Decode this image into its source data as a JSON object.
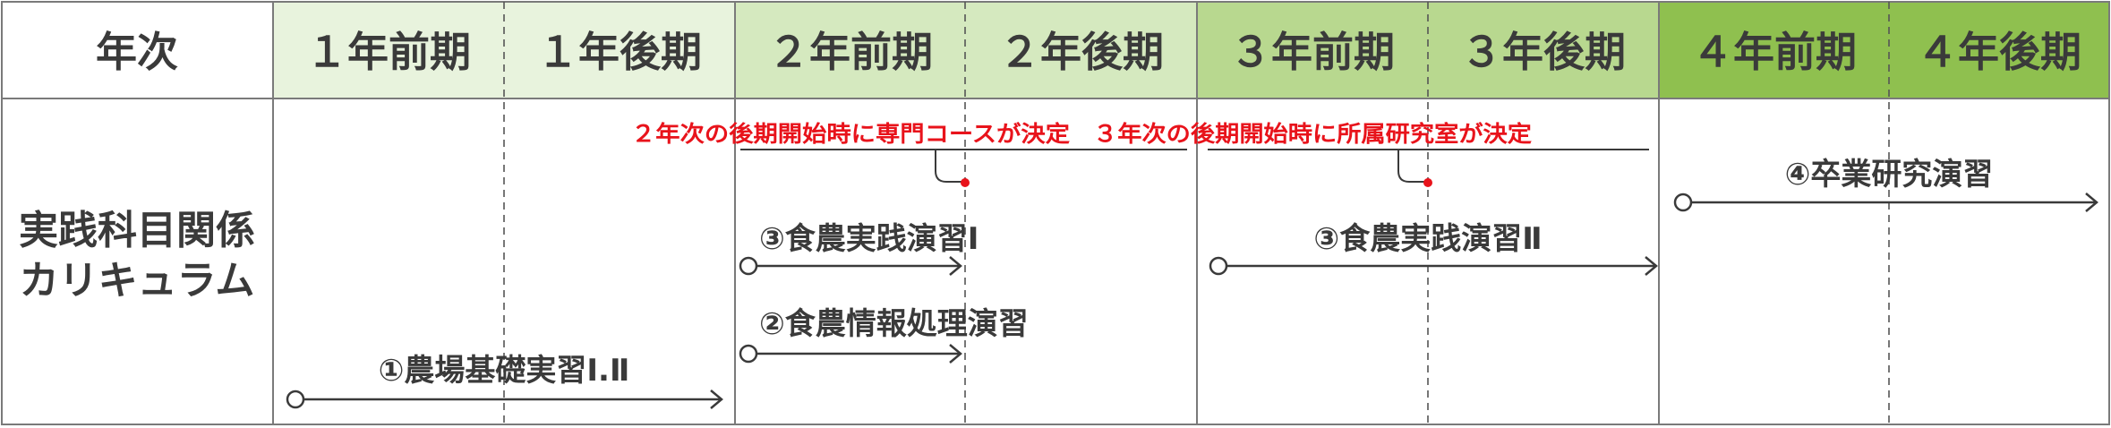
{
  "header": {
    "corner": "年次",
    "terms": [
      "１年前期",
      "１年後期",
      "２年前期",
      "２年後期",
      "３年前期",
      "３年後期",
      "４年前期",
      "４年後期"
    ],
    "colors": [
      "#e8f3dd",
      "#e8f3dd",
      "#d5e9bf",
      "#d5e9bf",
      "#b8d88f",
      "#b8d88f",
      "#8fc04f",
      "#8fc04f"
    ]
  },
  "side_label": [
    "実践科目関係",
    "カリキュラム"
  ],
  "notes": [
    "２年次の後期開始時に専門コースが決定",
    "３年次の後期開始時に所属研究室が決定"
  ],
  "courses": [
    {
      "label": "①農場基礎実習Ⅰ.Ⅱ"
    },
    {
      "label": "②食農情報処理演習"
    },
    {
      "label": "③食農実践演習Ⅰ"
    },
    {
      "label": "③食農実践演習Ⅱ"
    },
    {
      "label": "④卒業研究演習"
    }
  ],
  "colors": {
    "line": "#3a3a3a",
    "accent": "#e8131b",
    "grid": "#555555",
    "border": "#7a7a7a"
  }
}
